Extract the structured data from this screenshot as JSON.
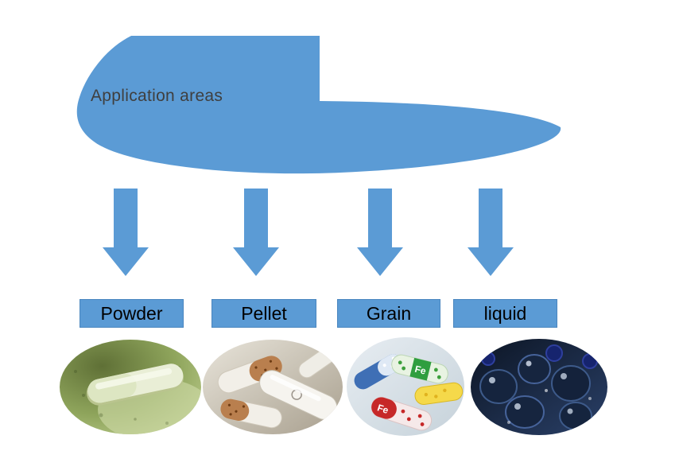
{
  "diagram": {
    "title": "Application areas"
  },
  "colors": {
    "accent_blue": "#5B9BD5",
    "title_text": "#3f3f3f",
    "label_text": "#000000"
  },
  "categories": [
    {
      "label": "Powder",
      "image": "green-powder-with-capsule"
    },
    {
      "label": "Pellet",
      "image": "white-and-brown-speckled-capsules"
    },
    {
      "label": "Grain",
      "image": "colorful-capsules-with-fe-granules"
    },
    {
      "label": "liquid",
      "image": "dark-blue-glass-bottles"
    }
  ],
  "image_text": {
    "fe_label": "Fe"
  }
}
